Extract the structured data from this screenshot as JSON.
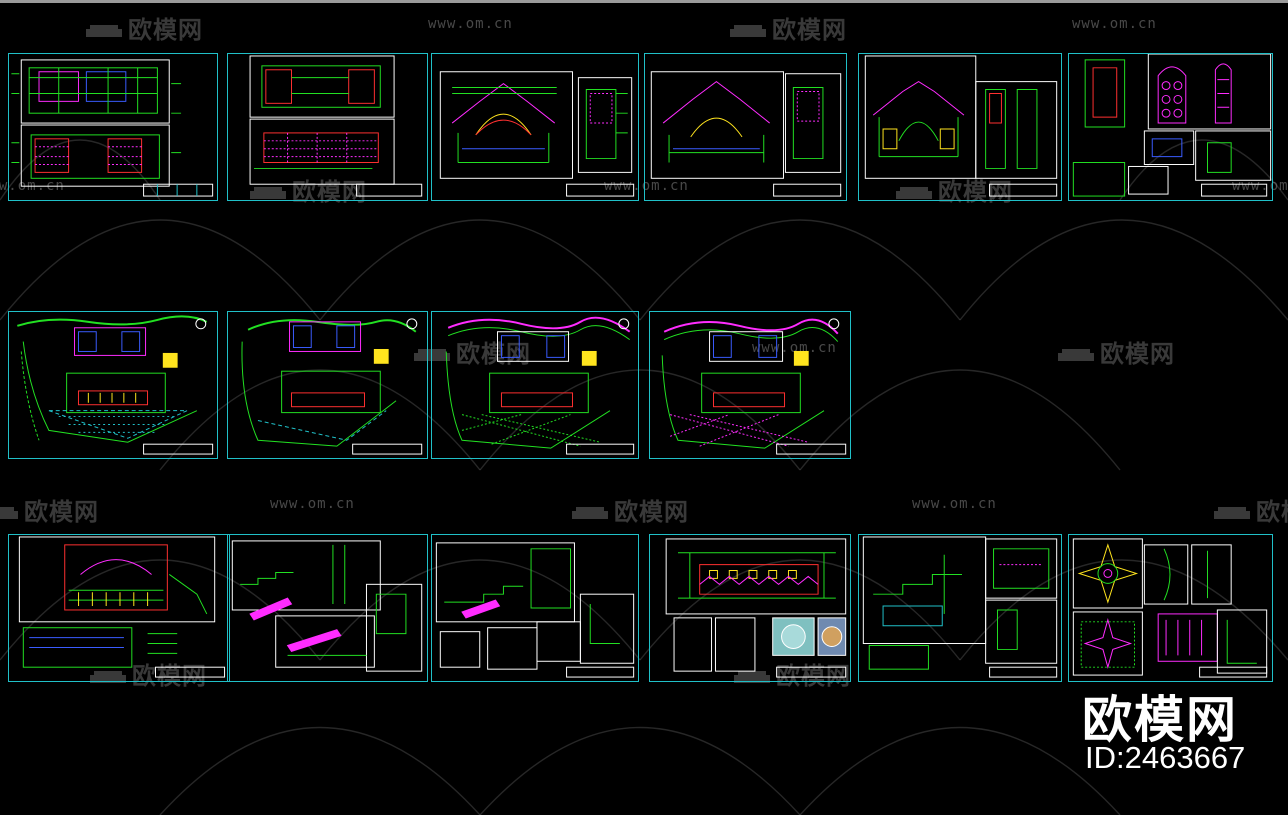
{
  "watermark": {
    "brand_text": "欧模网",
    "url_text": "www.om.cn"
  },
  "brand": {
    "name": "欧模网",
    "id": "ID:2463667"
  },
  "colors": {
    "background": "#000000",
    "frame": "#20c0c8",
    "green": "#22e022",
    "magenta": "#ff2cff",
    "red": "#ff3030",
    "yellow": "#ffe41e",
    "blue": "#3a5cff",
    "white": "#ffffff"
  },
  "rows": [
    {
      "name": "elevation-row",
      "sheet_count": 6
    },
    {
      "name": "site-plan-row",
      "sheet_count": 4
    },
    {
      "name": "detail-row",
      "sheet_count": 6
    }
  ]
}
